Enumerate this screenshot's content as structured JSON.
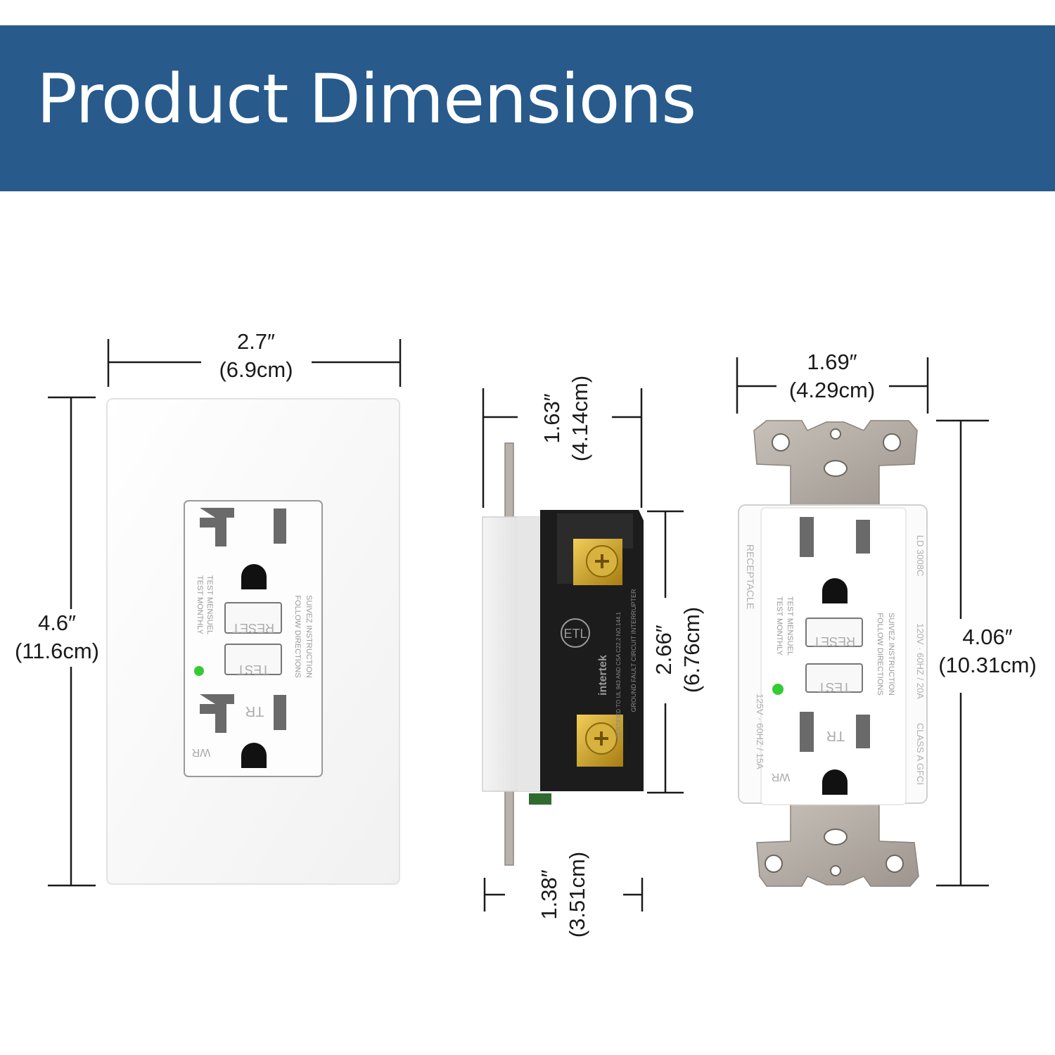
{
  "banner": {
    "title": "Product Dimensions",
    "color": "#285a8c"
  },
  "wallplate": {
    "width": {
      "inch": "2.7″",
      "cm": "(6.9cm)"
    },
    "height": {
      "inch": "4.6″",
      "cm": "(11.6cm)"
    },
    "outlet_text": {
      "reset": "RESET",
      "test": "TEST",
      "test_monthly": "TEST MONTHLY",
      "test_fr": "TEST MENSUEL",
      "follow": "FOLLOW DIRECTIONS",
      "follow_fr": "SUIVEZ INSTRUCTION",
      "tr": "TR",
      "wr": "WR"
    }
  },
  "side_view": {
    "depth_total": {
      "inch": "1.63″",
      "cm": "(4.14cm)"
    },
    "body_height": {
      "inch": "2.66″",
      "cm": "(6.76cm)"
    },
    "depth_body": {
      "inch": "1.38″",
      "cm": "(3.51cm)"
    },
    "label": {
      "brand": "intertek",
      "gfci": "GROUND FAULT CIRCUIT INTERRUPTER",
      "certified": "CERTIFIED TO UL 943 AND CSA C22.2 NO.144.1"
    }
  },
  "receptacle": {
    "width": {
      "inch": "1.69″",
      "cm": "(4.29cm)"
    },
    "height": {
      "inch": "4.06″",
      "cm": "(10.31cm)"
    },
    "text": {
      "receptacle": "RECEPTACLE",
      "rating_right": "120V · 60HZ / 20A",
      "rating_left": "125V · 60HZ / 15A",
      "class": "CLASS A GFCI",
      "ld": "LD 3008C"
    }
  },
  "colors": {
    "line": "#1a1a1a",
    "indicator": "#33cc33",
    "metal": "#b3aca4",
    "brass": "#c9a227"
  }
}
